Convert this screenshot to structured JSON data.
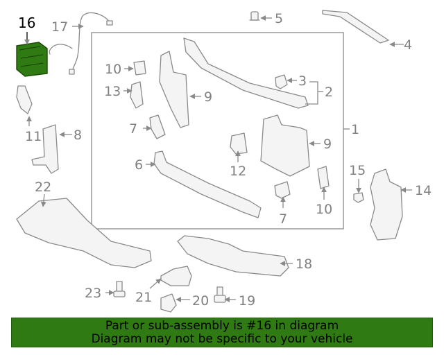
{
  "callouts": {
    "c1": "1",
    "c2": "2",
    "c3": "3",
    "c4": "4",
    "c5": "5",
    "c6": "6",
    "c7a": "7",
    "c7b": "7",
    "c8": "8",
    "c9a": "9",
    "c9b": "9",
    "c10a": "10",
    "c10b": "10",
    "c11": "11",
    "c12": "12",
    "c13": "13",
    "c14": "14",
    "c15": "15",
    "c16": "16",
    "c17": "17",
    "c18": "18",
    "c19": "19",
    "c20": "20",
    "c21": "21",
    "c22": "22",
    "c23": "23"
  },
  "highlighted_part": "16",
  "colors": {
    "highlight": "#2f7a12",
    "outline": "#8a8a8a",
    "banner": "#2f7a12"
  },
  "banner": {
    "line1": "Part or sub-assembly is #16 in diagram",
    "line2": "Diagram may not be specific to your vehicle"
  }
}
